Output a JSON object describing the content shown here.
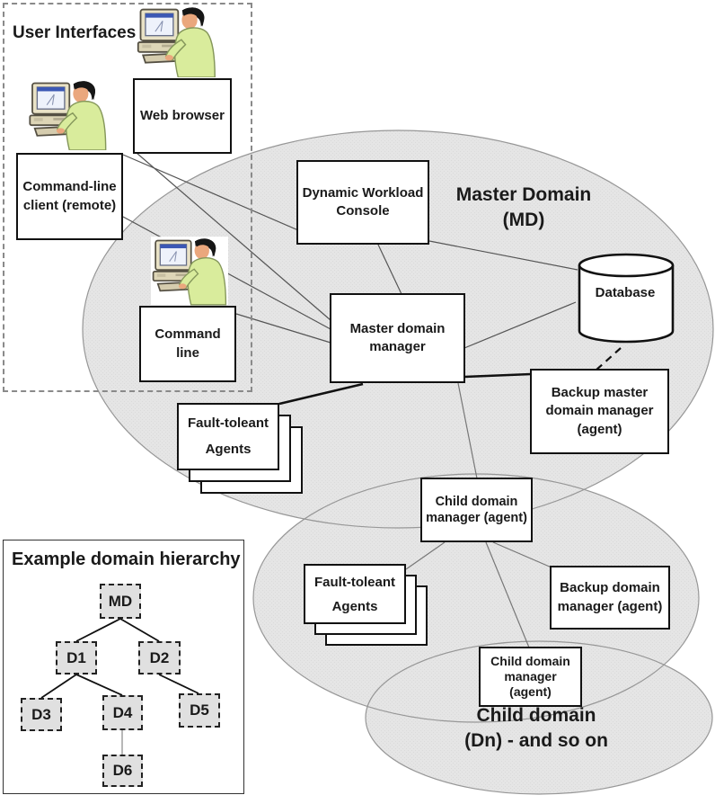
{
  "user_interfaces": {
    "title": "User Interfaces",
    "web_browser": "Web browser",
    "command_line_client": "Command-line client (remote)",
    "command_line": "Command line"
  },
  "master_domain": {
    "title_line1": "Master Domain",
    "title_line2": "(MD)",
    "dynamic_workload_console": "Dynamic Workload Console",
    "manager": "Master domain manager",
    "database": "Database",
    "backup_manager": "Backup master domain manager (agent)",
    "agents_line1": "Fault-toleant",
    "agents_line2": "Agents"
  },
  "child_domain": {
    "manager": "Child domain manager (agent)",
    "agents_line1": "Fault-toleant",
    "agents_line2": "Agents",
    "backup_manager": "Backup domain manager (agent)"
  },
  "child_domain_n": {
    "manager": "Child domain manager (agent)",
    "label_line1": "Child domain",
    "label_line2": "(Dn) - and so on"
  },
  "hierarchy": {
    "title": "Example domain hierarchy",
    "nodes": [
      "MD",
      "D1",
      "D2",
      "D3",
      "D4",
      "D5",
      "D6"
    ]
  },
  "colors": {
    "domain_fill": "#e4e4e4",
    "domain_stroke": "#979797"
  }
}
